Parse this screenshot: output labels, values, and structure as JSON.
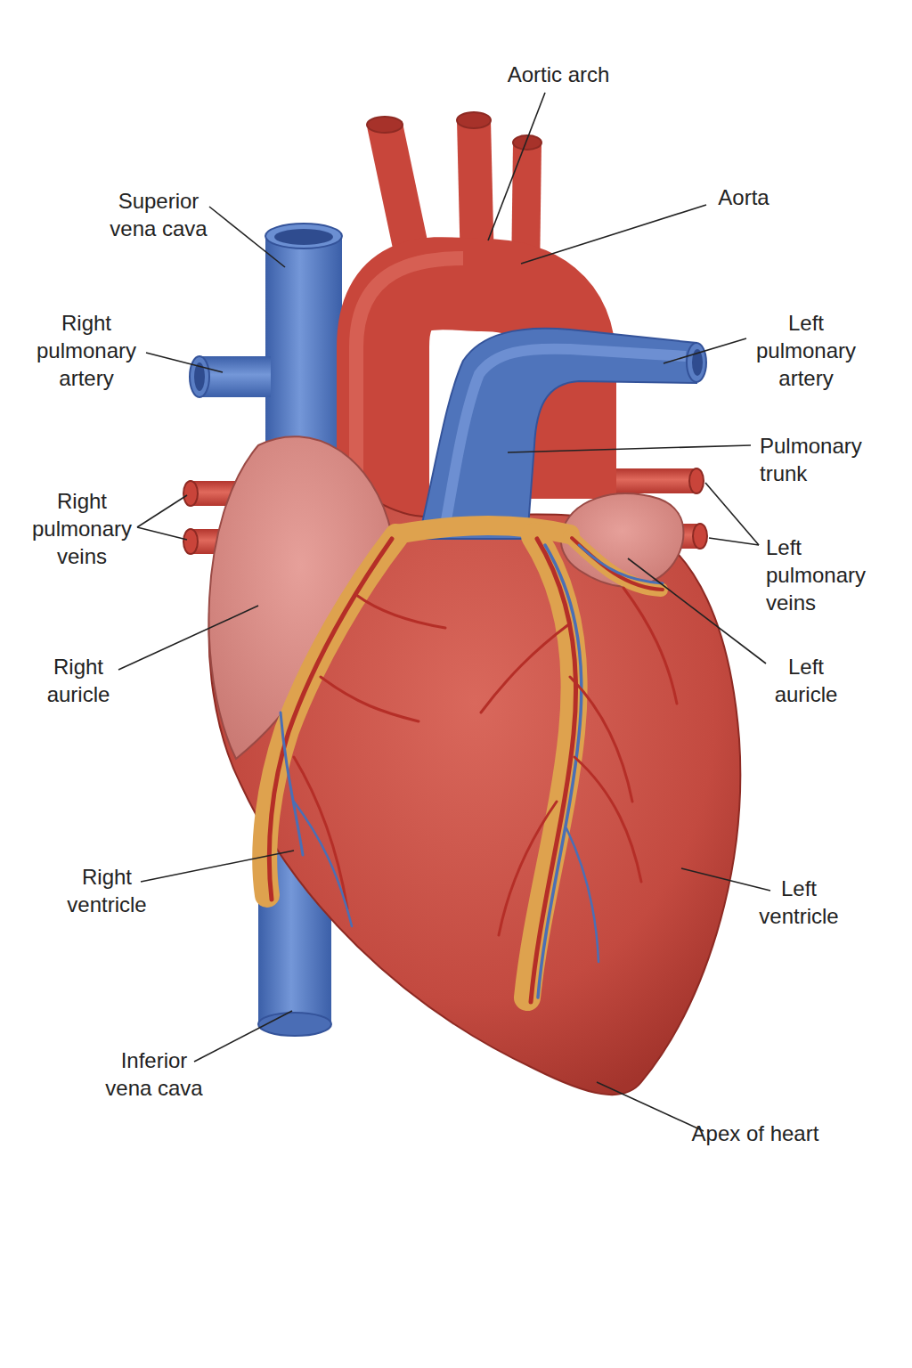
{
  "diagram": {
    "labels": [
      "Aortic arch",
      "Superior vena cava",
      "Aorta",
      "Right pulmonary artery",
      "Left pulmonary artery",
      "Pulmonary trunk",
      "Right pulmonary veins",
      "Left pulmonary veins",
      "Right auricle",
      "Left auricle",
      "Right ventricle",
      "Left ventricle",
      "Inferior vena cava",
      "Apex of heart"
    ]
  }
}
